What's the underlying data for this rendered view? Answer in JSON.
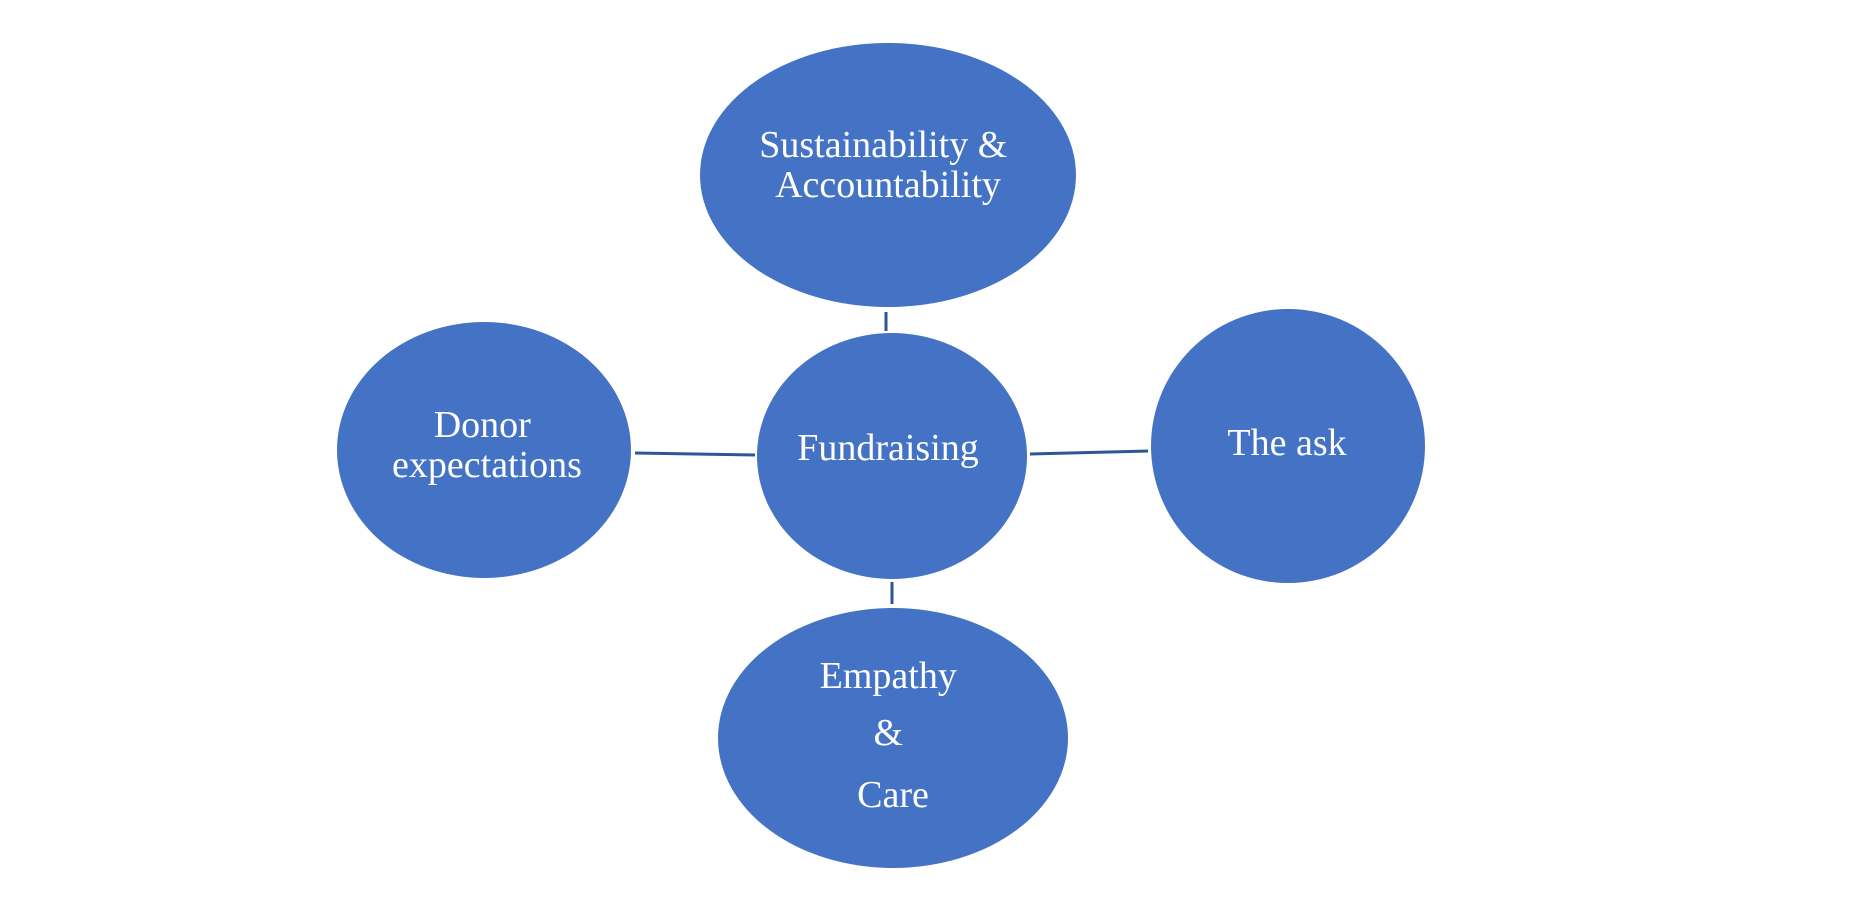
{
  "diagram": {
    "type": "hub-and-spoke",
    "fill_color": "#4472C4",
    "connector_color": "#2F5597",
    "text_color": "#FFFFFF",
    "center": {
      "id": "fundraising",
      "lines": [
        "Fundraising"
      ]
    },
    "spokes": [
      {
        "id": "sustainability",
        "position": "top",
        "lines": [
          "Sustainability &",
          "Accountability"
        ]
      },
      {
        "id": "donor",
        "position": "left",
        "lines": [
          "Donor",
          "expectations"
        ]
      },
      {
        "id": "ask",
        "position": "right",
        "lines": [
          "The ask"
        ]
      },
      {
        "id": "empathy",
        "position": "bottom",
        "lines": [
          "Empathy",
          "&",
          "Care"
        ]
      }
    ],
    "edges": [
      {
        "from": "fundraising",
        "to": "sustainability"
      },
      {
        "from": "fundraising",
        "to": "donor"
      },
      {
        "from": "fundraising",
        "to": "ask"
      },
      {
        "from": "fundraising",
        "to": "empathy"
      }
    ]
  }
}
